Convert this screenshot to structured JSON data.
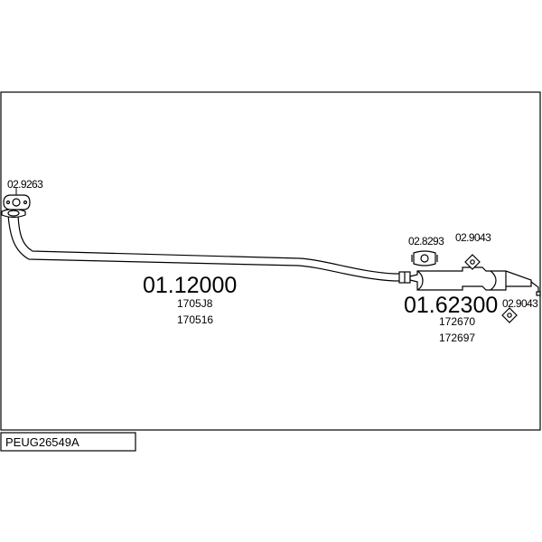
{
  "diagram": {
    "parts": [
      {
        "number": "01.12000",
        "refs": [
          "1705J8",
          "170516"
        ]
      },
      {
        "number": "01.62300",
        "refs": [
          "172670",
          "172697"
        ]
      }
    ],
    "fittings": [
      {
        "code": "02.9263",
        "icon": "flange-gasket-icon"
      },
      {
        "code": "02.8293",
        "icon": "pipe-clamp-icon"
      },
      {
        "code": "02.9043",
        "icon": "rubber-hanger-icon"
      },
      {
        "code": "02.9043",
        "icon": "rubber-hanger-icon"
      }
    ],
    "vehicle_code": "PEUG26549A"
  }
}
